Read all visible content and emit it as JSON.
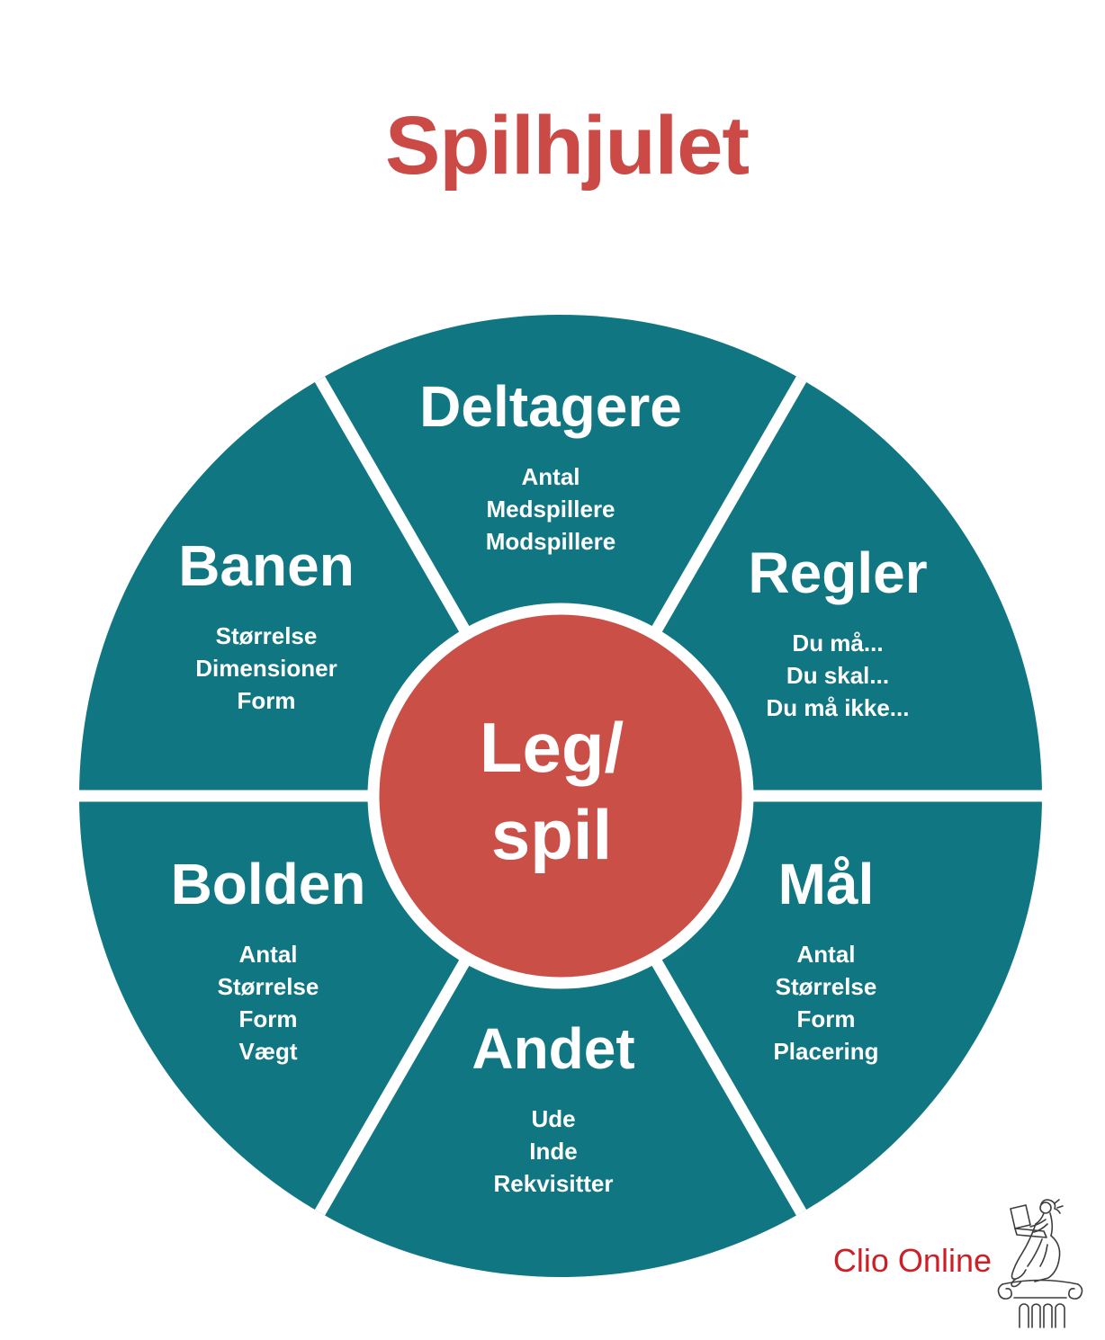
{
  "title": "Spilhjulet",
  "wheel": {
    "center": {
      "line1": "Leg/",
      "line2": "spil"
    },
    "segments": [
      {
        "id": "deltagere",
        "label": "Deltagere",
        "items": [
          "Antal",
          "Medspillere",
          "Modspillere"
        ]
      },
      {
        "id": "regler",
        "label": "Regler",
        "items": [
          "Du må...",
          "Du skal...",
          "Du må ikke..."
        ]
      },
      {
        "id": "maal",
        "label": "Mål",
        "items": [
          "Antal",
          "Størrelse",
          "Form",
          "Placering"
        ]
      },
      {
        "id": "andet",
        "label": "Andet",
        "items": [
          "Ude",
          "Inde",
          "Rekvisitter"
        ]
      },
      {
        "id": "bolden",
        "label": "Bolden",
        "items": [
          "Antal",
          "Størrelse",
          "Form",
          "Vægt"
        ]
      },
      {
        "id": "banen",
        "label": "Banen",
        "items": [
          "Størrelse",
          "Dimensioner",
          "Form"
        ]
      }
    ]
  },
  "logo": {
    "text": "Clio Online",
    "illustration": "muse-on-column-icon"
  },
  "colors": {
    "title_red": "#cb4a45",
    "wheel_teal": "#0f7682",
    "hub_red": "#ca4f47",
    "divider_white": "#ffffff",
    "label_white": "#ffffff",
    "logo_red": "#cc2027",
    "illustration_ink": "#3d3d3d"
  }
}
